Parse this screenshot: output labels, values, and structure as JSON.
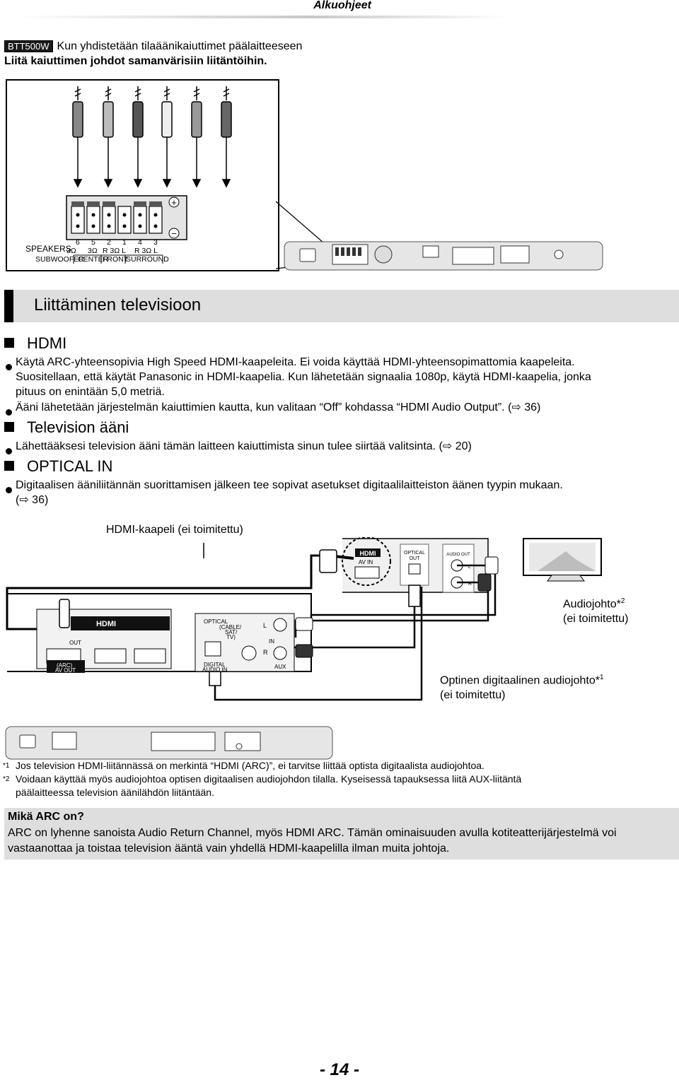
{
  "header": {
    "title": "Alkuohjeet"
  },
  "intro": {
    "model": "BTT500W",
    "line1": "Kun yhdistetään tilaäänikaiuttimet päälaitteeseen",
    "line2": "Liitä kaiuttimen johdot samanvärisiin liitäntöihin."
  },
  "speaker_panel": {
    "title": "SPEAKERS",
    "numbers": [
      "6",
      "5",
      "2",
      "1",
      "4",
      "3"
    ],
    "ohms": [
      "3Ω",
      "3Ω",
      "R 3Ω L",
      "R 3Ω L"
    ],
    "groups": [
      "SUBWOOFER",
      "CENTER",
      "FRONT",
      "SURROUND"
    ],
    "plus": "+",
    "minus": "−"
  },
  "section": {
    "title": "Liittäminen televisioon"
  },
  "hdmi": {
    "heading": "HDMI",
    "b1_l1": "Käytä ARC-yhteensopivia High Speed HDMI-kaapeleita. Ei voida käyttää HDMI-yhteensopimattomia kaapeleita.",
    "b1_l2": "Suositellaan, että käytät Panasonic in HDMI-kaapelia. Kun lähetetään signaalia 1080p, käytä HDMI-kaapelia, jonka",
    "b1_l3": "pituus on enintään 5,0 metriä.",
    "b2": "Ääni lähetetään järjestelmän kaiuttimien kautta, kun valitaan “Off” kohdassa “HDMI Audio Output”. (⇨ 36)"
  },
  "tv_sound": {
    "heading": "Television ääni",
    "b1": "Lähettääksesi television ääni tämän laitteen kaiuttimista sinun tulee siirtää valitsinta. (⇨ 20)"
  },
  "optical": {
    "heading": "OPTICAL IN",
    "b1_l1": "Digitaalisen ääniliitännän suorittamisen jälkeen tee sopivat asetukset digitaalilaitteiston äänen tyypin mukaan.",
    "b1_l2": "(⇨ 36)"
  },
  "diagram": {
    "hdmi_cable": "HDMI-kaapeli (ei toimitettu)",
    "audio_cable_l1": "Audiojohto*",
    "audio_cable_sup": "2",
    "audio_cable_l2": "(ei toimitettu)",
    "optical_cable_l1": "Optinen digitaalinen audiojohto*",
    "optical_cable_sup": "1",
    "optical_cable_l2": "(ei toimitettu)",
    "tv_hdmi": "HDMI",
    "tv_av_in": "AV IN",
    "tv_optical": "OPTICAL",
    "tv_out": "OUT",
    "tv_audio_out": "AUDIO OUT",
    "tv_l": "L",
    "tv_r": "R",
    "unit_hdmi": "HDMI",
    "unit_out": "OUT",
    "unit_arc": "(ARC)",
    "unit_av_out": "AV OUT",
    "unit_optical": "OPTICAL",
    "unit_cable_sat": "(CABLE/",
    "unit_sat": "SAT/",
    "unit_tv": "TV)",
    "unit_digital": "DIGITAL",
    "unit_audio_in": "AUDIO IN",
    "unit_l": "L",
    "unit_r": "R",
    "unit_in": "IN",
    "unit_aux": "AUX"
  },
  "footnotes": {
    "f1_mark": "*1",
    "f1": "Jos television HDMI-liitännässä on merkintä “HDMI (ARC)”, ei tarvitse liittää optista digitaalista audiojohtoa.",
    "f2_mark": "*2",
    "f2_l1": "Voidaan käyttää myös audiojohtoa optisen digitaalisen audiojohdon tilalla. Kyseisessä tapauksessa liitä AUX-liitäntä",
    "f2_l2": "päälaitteessa television äänilähdön liitäntään."
  },
  "arc_box": {
    "question": "Mikä ARC on?",
    "answer": "ARC on lyhenne sanoista Audio Return Channel, myös HDMI ARC. Tämän ominaisuuden avulla kotiteatterijärjestelmä voi vastaanottaa ja toistaa television ääntä vain yhdellä HDMI-kaapelilla ilman muita johtoja."
  },
  "page": {
    "number": "- 14 -"
  }
}
